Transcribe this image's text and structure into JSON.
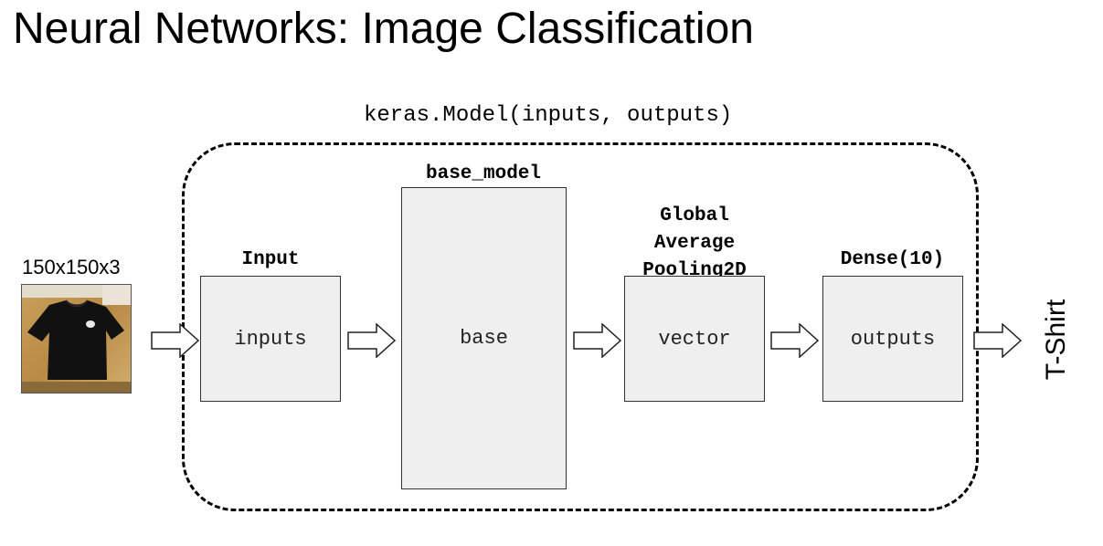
{
  "title": "Neural Networks: Image Classification",
  "model_label": "keras.Model(inputs, outputs)",
  "input_image": {
    "size_label": "150x150x3",
    "subject": "t-shirt photo"
  },
  "layers": [
    {
      "label": "Input",
      "box_text": "inputs"
    },
    {
      "label": "base_model",
      "box_text": "base"
    },
    {
      "label_lines": [
        "Global",
        "Average",
        "Pooling2D"
      ],
      "box_text": "vector"
    },
    {
      "label": "Dense(10)",
      "box_text": "outputs"
    }
  ],
  "prediction": "T-Shirt",
  "colors": {
    "box_fill": "#efefef",
    "box_border": "#333333",
    "container_border": "#000000"
  }
}
